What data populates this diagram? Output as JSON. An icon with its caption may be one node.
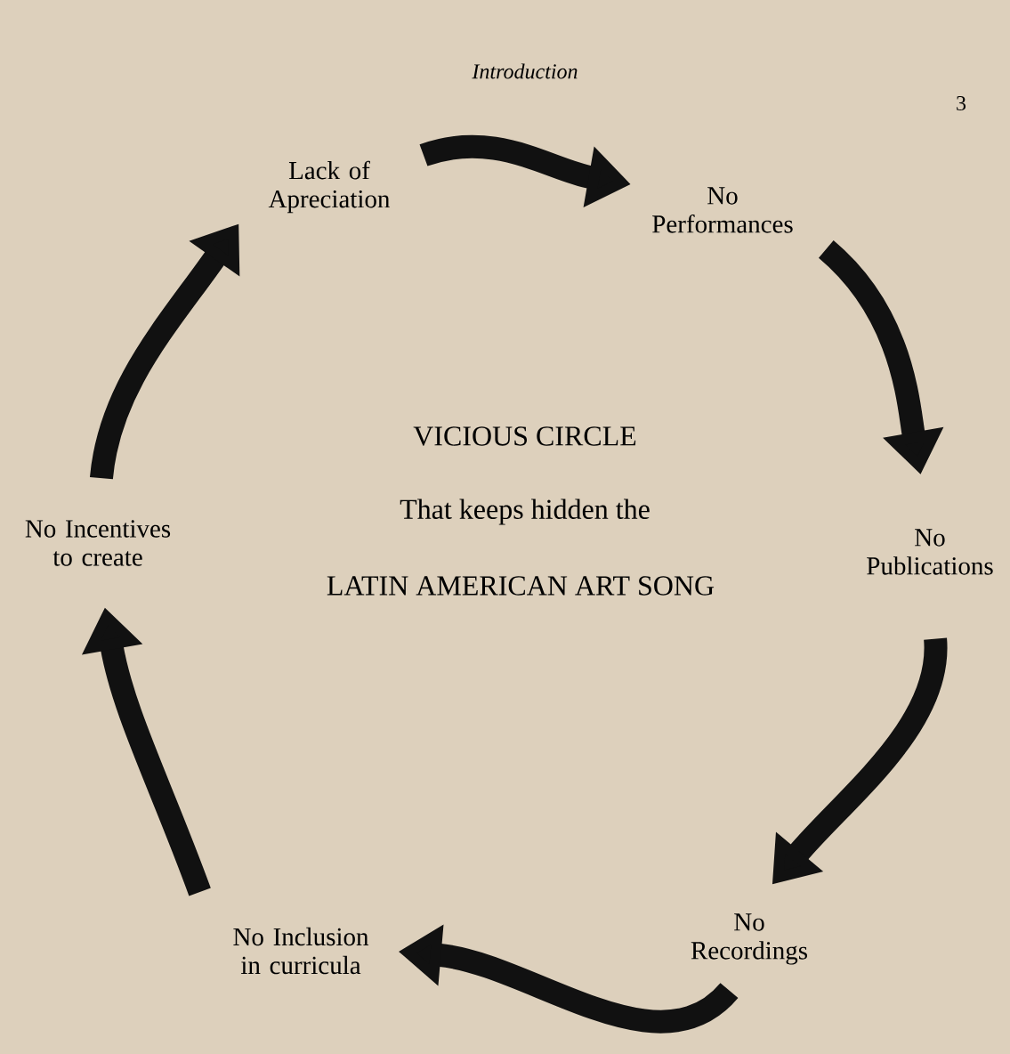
{
  "diagram": {
    "nodes": [
      {
        "text": [
          "Lack of Apreciation"
        ]
      },
      {
        "text": [
          "No Performances"
        ]
      },
      {
        "text": [
          "No Publications"
        ]
      },
      {
        "text": [
          "No Recordings"
        ]
      },
      {
        "text": [
          "No Inclusion in curricula"
        ]
      },
      {
        "text": [
          "No Incentives to create"
        ]
      }
    ],
    "edges": [
      {
        "from": 0,
        "to": 1,
        "arrow": "to"
      },
      {
        "from": 1,
        "to": 2,
        "arrow": "to"
      },
      {
        "from": 2,
        "to": 3,
        "arrow": "to"
      },
      {
        "from": 3,
        "to": 4,
        "arrow": "to"
      },
      {
        "from": 4,
        "to": 5,
        "arrow": "to"
      },
      {
        "from": 5,
        "to": 0,
        "arrow": "to"
      }
    ],
    "labels": [
      "Introduction",
      "3",
      "VICIOUS CIRCLE",
      "That keeps hidden the",
      "LATIN AMERICAN ART SONG"
    ]
  }
}
